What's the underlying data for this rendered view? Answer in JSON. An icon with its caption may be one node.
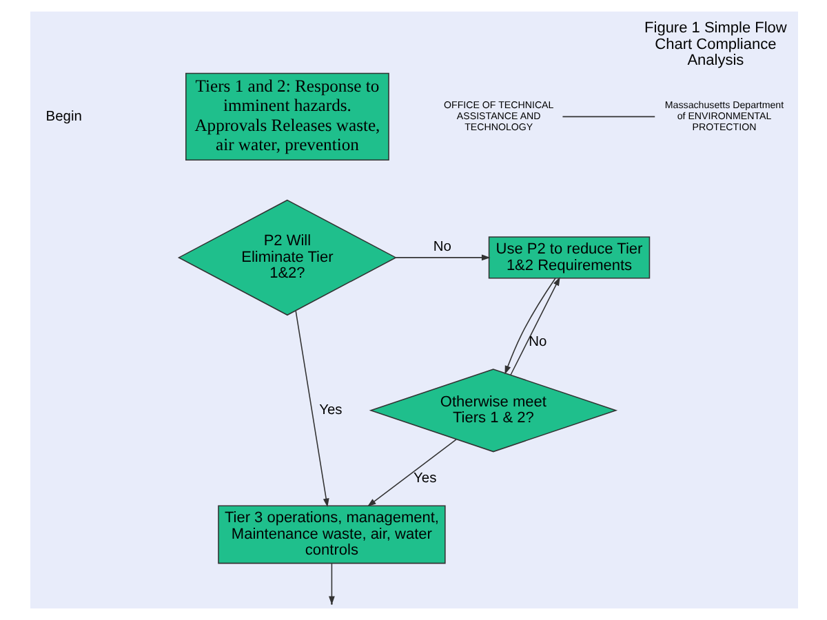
{
  "diagram": {
    "title": "Figure 1 Simple Flow Chart Compliance Analysis",
    "nodes": [
      {
        "text": [
          "Tiers 1 and 2: Response to imminent hazards. Approvals Releases waste, air water, prevention"
        ]
      },
      {
        "text": [
          "P2 Will Eliminate Tier 1&2?"
        ]
      },
      {
        "text": [
          "Tier 3 operations, management, Maintenance waste, air, water controls"
        ]
      },
      {
        "text": [
          "Use P2 to reduce Tier 1&2 Requirements"
        ]
      },
      {
        "text": [
          "Otherwise meet Tiers 1 & 2?"
        ]
      },
      {
        "text": [
          "OFFICE OF TECHNICAL ASSISTANCE AND TECHNOLOGY"
        ]
      },
      {
        "text": [
          "Massachusetts Department of ENVIRONMENTAL PROTECTION"
        ]
      }
    ],
    "edges": [
      {
        "from": 1,
        "to": 3,
        "arrow": "to",
        "label": "No"
      },
      {
        "from": 1,
        "to": 2,
        "arrow": "to",
        "label": "Yes"
      },
      {
        "from": 3,
        "to": 4,
        "arrow": "to"
      },
      {
        "from": 4,
        "to": 3,
        "arrow": "to",
        "label": "No"
      },
      {
        "from": 4,
        "to": 2,
        "arrow": "to",
        "label": "Yes"
      },
      {
        "from": 2,
        "to": null,
        "arrow": "to"
      },
      {
        "from": 5,
        "to": 6,
        "arrow": "none"
      }
    ],
    "labels": [
      "Begin"
    ]
  }
}
